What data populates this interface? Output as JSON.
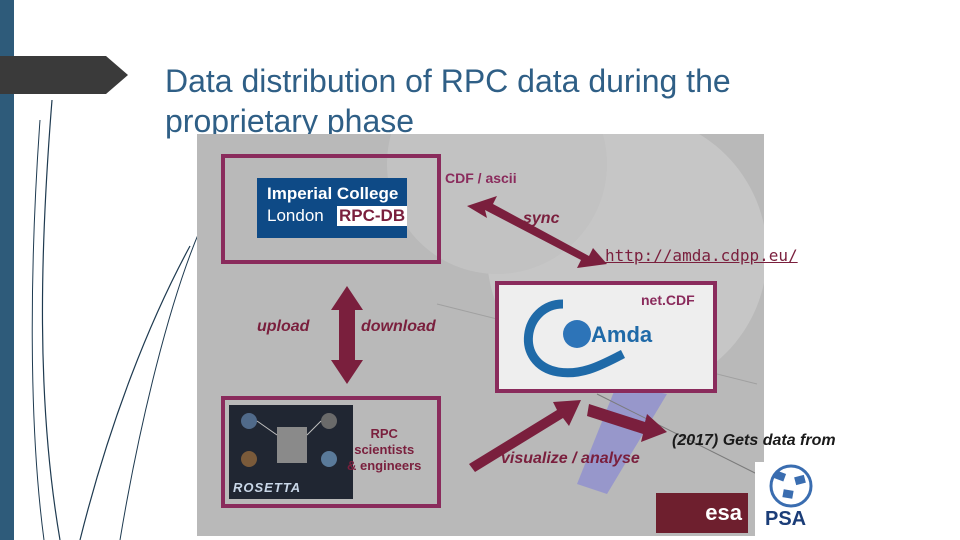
{
  "slide": {
    "title": "Data distribution of RPC data during the proprietary phase"
  },
  "diagram": {
    "imperial": {
      "line1": "Imperial College",
      "line2": "London",
      "rpc_db": "RPC-DB"
    },
    "cdf_label": "CDF / ascii",
    "sync_label": "sync",
    "amda_url": "http://amda.cdpp.eu/",
    "netcdf_label": "net.CDF",
    "amda_logo_text": "Amda",
    "upload_label": "upload",
    "download_label": "download",
    "rosetta_label": "ROSETTA",
    "rpc_people": [
      "RPC",
      "scientists",
      "& engineers"
    ],
    "visualize_label": "visualize / analyse",
    "gets_data": "(2017) Gets data from",
    "esa_logo": "esa",
    "psa_logo": "PSA"
  },
  "colors": {
    "title": "#2f5f86",
    "box_border": "#8a2b5c",
    "label": "#7a1f3d",
    "imperial_blue": "#0e4a86",
    "esa_red": "#6e1f2e"
  }
}
